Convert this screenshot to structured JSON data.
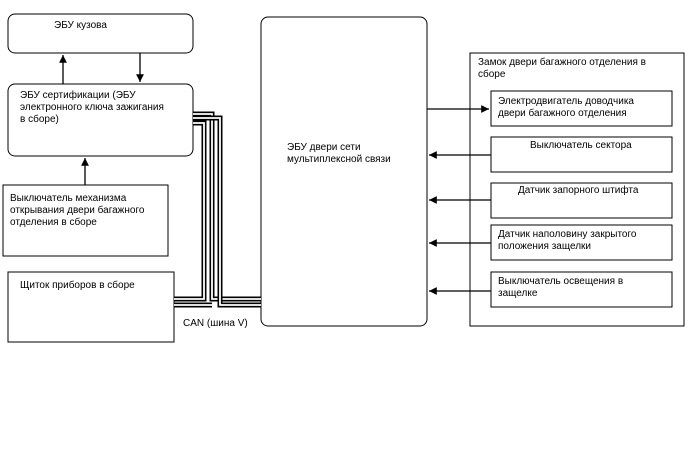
{
  "blocks": {
    "body_ecu": "ЭБУ кузова",
    "certification_ecu": "ЭБУ сертификации (ЭБУ\nэлектронного ключа зажигания\nв сборе)",
    "opener_switch": "Выключатель механизма\nоткрывания двери багажного\nотделения в сборе",
    "instrument_cluster": "Щиток приборов в сборе",
    "multiplex_door_ecu": "ЭБУ двери сети\nмультиплексной связи",
    "lock_assembly": "Замок двери багажного отделения в\nсборе",
    "closer_motor": "Электродвигатель доводчика\nдвери багажного отделения",
    "sector_switch": "Выключатель сектора",
    "striker_sensor": "Датчик запорного штифта",
    "half_latch_sensor": "Датчик наполовину закрытого\nположения защелки",
    "latch_light_switch": "Выключатель освещения в\nзащелке"
  },
  "bus_label": "CAN (шина V)",
  "colors": {
    "line": "#000000",
    "background": "#ffffff"
  }
}
